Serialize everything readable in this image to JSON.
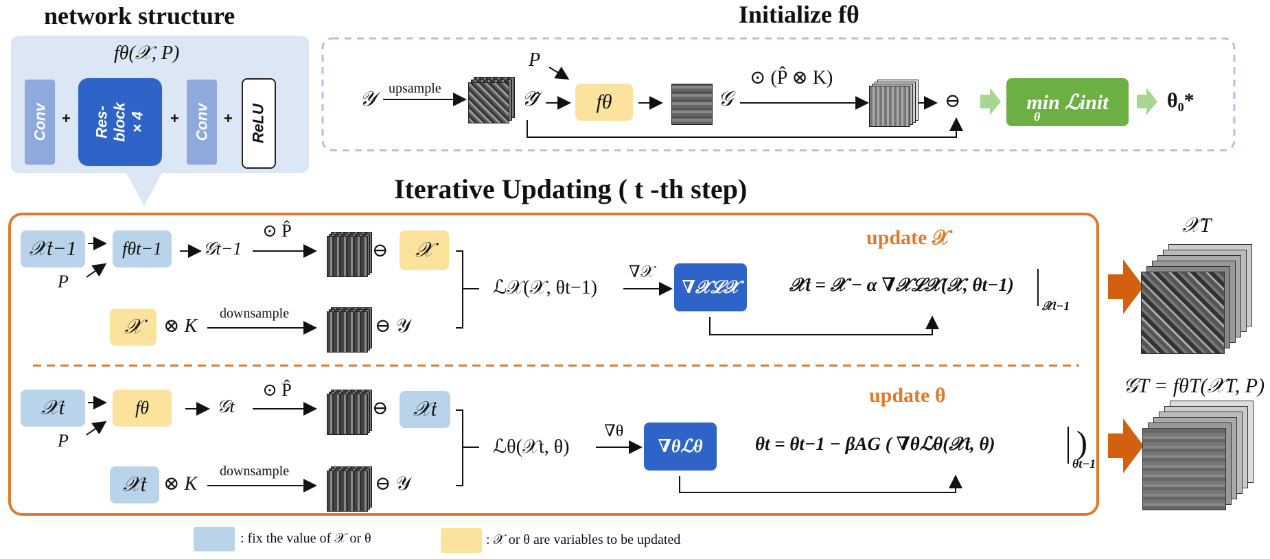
{
  "colors": {
    "fixed_blue": "#b9d3ea",
    "variable_yellow": "#fbe39d",
    "dark_blue": "#2e64c7",
    "green": "#6cb043",
    "orange": "#e07a2b",
    "dashed_blue": "#aec3e0"
  },
  "network_structure": {
    "title": "network structure",
    "formula": "fθ(𝒳, P)",
    "layers": {
      "conv1": "Conv",
      "resblock": "Res-\nblock\n× 4",
      "conv2": "Conv",
      "relu": "ReLU"
    },
    "plus": "+"
  },
  "initialize": {
    "title": "Initialize fθ",
    "Y": "𝒴",
    "upsample": "upsample",
    "P": "P",
    "Yhat": "𝒴̂",
    "f_theta": "fθ",
    "G": "𝒢",
    "op_label": "⊙ (P̂ ⊗ K)",
    "minus": "⊖",
    "loss": "min ℒinit",
    "loss_sub": "θ",
    "result": "θ₀*"
  },
  "iterative": {
    "title": "Iterative Updating ( t -th step)"
  },
  "update_x": {
    "title": "update 𝒳",
    "X_prev": "𝒳t−1",
    "P": "P",
    "f_prev": "fθt−1",
    "G_prev": "𝒢t−1",
    "op": "⊙ P̂",
    "minus1": "⊖",
    "X_var": "𝒳",
    "X_var2": "𝒳",
    "otimes_K": "⊗ K",
    "downsample": "downsample",
    "minus_Y": "⊖ 𝒴",
    "loss": "ℒ𝒳(𝒳, θt−1)",
    "grad_label": "∇𝒳",
    "grad_box": "∇𝒳ℒ𝒳",
    "update_eq": "𝒳t = 𝒳 − α ∇𝒳ℒ𝒳(𝒳, θt−1)",
    "update_eval": "𝒳t−1"
  },
  "update_theta": {
    "title": "update θ",
    "X_t": "𝒳t",
    "P": "P",
    "f": "fθ",
    "G_t": "𝒢t",
    "op": "⊙ P̂",
    "minus1": "⊖",
    "X_t2": "𝒳t",
    "X_t3": "𝒳t",
    "otimes_K": "⊗ K",
    "downsample": "downsample",
    "minus_Y": "⊖ 𝒴",
    "loss": "ℒθ(𝒳t, θ)",
    "grad_label": "∇θ",
    "grad_box": "∇θℒθ",
    "update_eq": "θt = θt−1 − βAG ( ∇θℒθ(𝒳t, θ)",
    "update_eval": "θt−1"
  },
  "outputs": {
    "X_T": "𝒳T",
    "G_T": "𝒢T = fθT(𝒳T, P)"
  },
  "legend": {
    "fixed": ": fix the value of 𝒳 or θ",
    "variable": ": 𝒳 or θ are variables to be updated"
  }
}
